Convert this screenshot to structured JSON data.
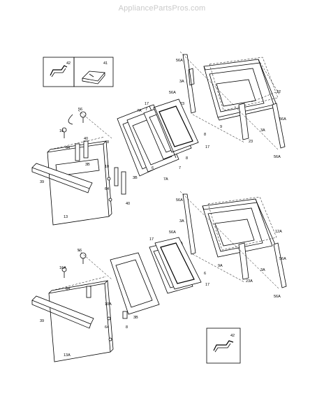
{
  "watermark": "AppliancePartsPros.com",
  "insets": {
    "top_left_a": "42",
    "top_left_b": "41",
    "bottom_right": "42"
  },
  "labels": {
    "l56A_1": "56A",
    "l3A_1": "3A",
    "l56A_2": "56A",
    "l23_1": "23",
    "l12": "12",
    "l9": "9",
    "l3A_2": "3A",
    "l56A_3": "56A",
    "l23_2": "23",
    "l56A_4": "56A",
    "l17_1": "17",
    "l7A_1": "7A",
    "l7_1": "7",
    "l8_1": "8",
    "l17_2": "17",
    "l7_2": "7",
    "l8_2": "8",
    "l6_1": "6",
    "l7A_2": "7A",
    "l56_1": "56",
    "l16": "16",
    "l64_1": "64",
    "l40_1": "40",
    "l8_3": "8",
    "l3B_1": "3B",
    "l39_1": "39",
    "l10": "10",
    "l64_2": "64",
    "l3B_2": "3B",
    "l40_2": "40",
    "l13": "13",
    "l56A_5": "56A",
    "l3A_3": "3A",
    "l56A_6": "56A",
    "l23A_1": "23A",
    "l12A": "12A",
    "l9A": "9A",
    "l3A_4": "3A",
    "l56A_7": "56A",
    "l23A_2": "23A",
    "l56A_8": "56A",
    "l17_3": "17",
    "l6_2": "6",
    "l17_4": "17",
    "l56_2": "56",
    "l16A": "16A",
    "l64_3": "64",
    "l39_2": "39",
    "l10A": "10A",
    "l64_4": "64",
    "l3B_3": "3B",
    "l8_4": "8",
    "l13A": "13A"
  }
}
